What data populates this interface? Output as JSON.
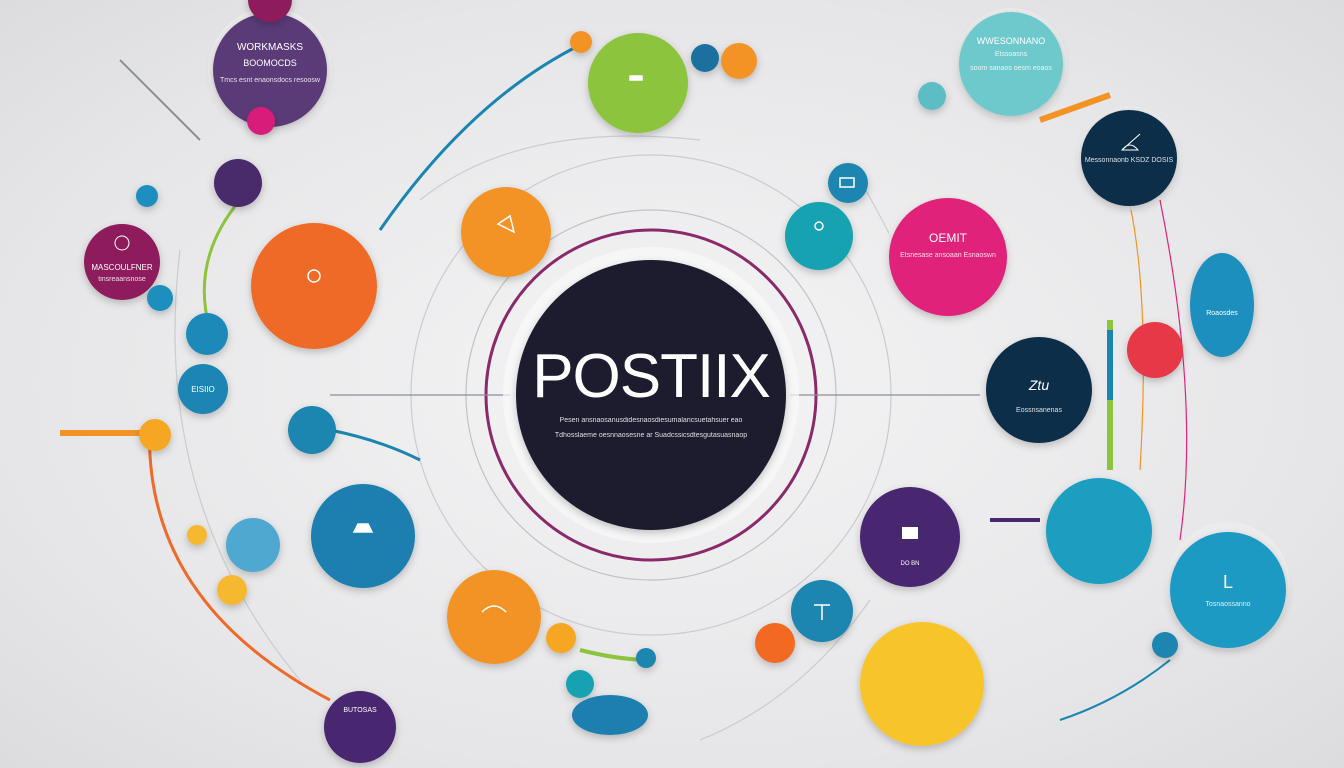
{
  "center": {
    "title": "POSTIIX",
    "line1": "Pesen ansnaosanusdidesnaosdiesumalaricsuetahsuer eao",
    "line2": "Tdhosslaeme oesnnaosesne ar Suadcssicsdtesgutasuasnaop"
  },
  "nodes": {
    "workmasks": {
      "title": "WORKMASKS",
      "subtitle": "BOOMOCDS",
      "text": "Tmcs esnt enaonsdocs resoosw"
    },
    "mascoulfner": {
      "title": "MASCOULFNER",
      "text": "tinsreaansnose"
    },
    "eisiio": {
      "title": "EISIIO"
    },
    "wwesonnano": {
      "title": "WWESONNANO",
      "subtitle": "Etssoasns",
      "text": "soom sanaos oesm eoaos"
    },
    "oemit": {
      "title": "OEMIT",
      "text": "Etsnesase ansoaan Esnaoswn"
    },
    "navy_top": {
      "text": "Messonnaonb KSDZ DOSIS"
    },
    "navy_mid": {
      "title": "Ztu",
      "text": "Eossnsanenas"
    },
    "do_bn": {
      "title": "DO BN"
    },
    "pill": {
      "title": "Roaosdes"
    },
    "blue_right": {
      "title": "L",
      "text": "Tosnaossanno"
    },
    "purple_bottom": {
      "title": "BUTOSAS"
    }
  },
  "colors": {
    "center": "#1b1f2e",
    "orange": "#ef6a28",
    "amber": "#f39325",
    "blue": "#1a85b0",
    "teal": "#17a2b0",
    "purple": "#4a2570",
    "magenta": "#e0237a",
    "navy": "#0f2d4a",
    "yellow": "#f7c52b",
    "green": "#8cc43c"
  }
}
